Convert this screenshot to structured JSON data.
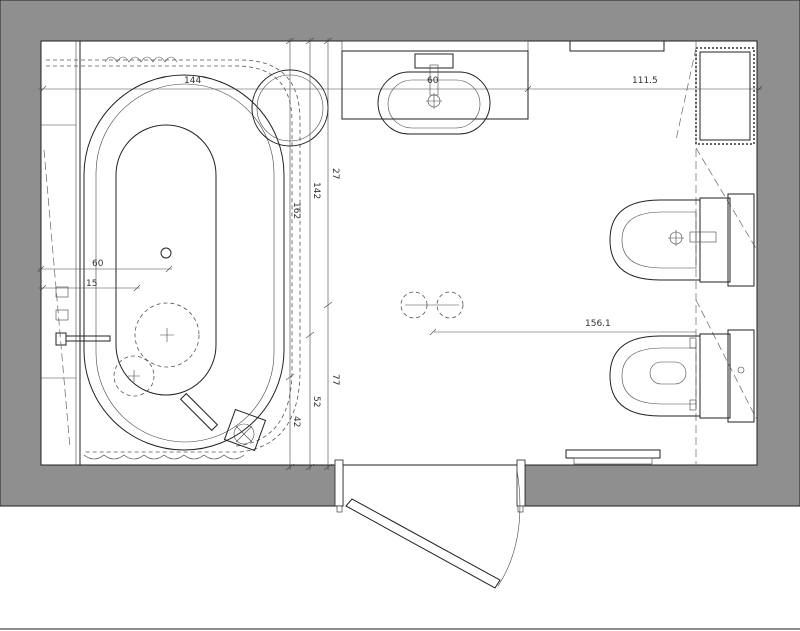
{
  "colors": {
    "wall": "#8f8f8f",
    "wall_outline": "#222222",
    "floor": "#ffffff",
    "line": "#222222"
  },
  "dimensions": {
    "bath_length": "144",
    "basin_width": "60",
    "right_top": "111.5",
    "vertical_a": "142",
    "vertical_b": "162",
    "vertical_c": "27",
    "left_60": "60",
    "left_15": "15",
    "floor_span": "156.1",
    "vertical_d": "77",
    "vertical_e": "52",
    "vertical_f": "42"
  },
  "fixtures": [
    {
      "name": "freestanding-bathtub"
    },
    {
      "name": "wash-basin"
    },
    {
      "name": "bidet"
    },
    {
      "name": "toilet"
    },
    {
      "name": "shower-tray"
    },
    {
      "name": "entry-door"
    }
  ]
}
